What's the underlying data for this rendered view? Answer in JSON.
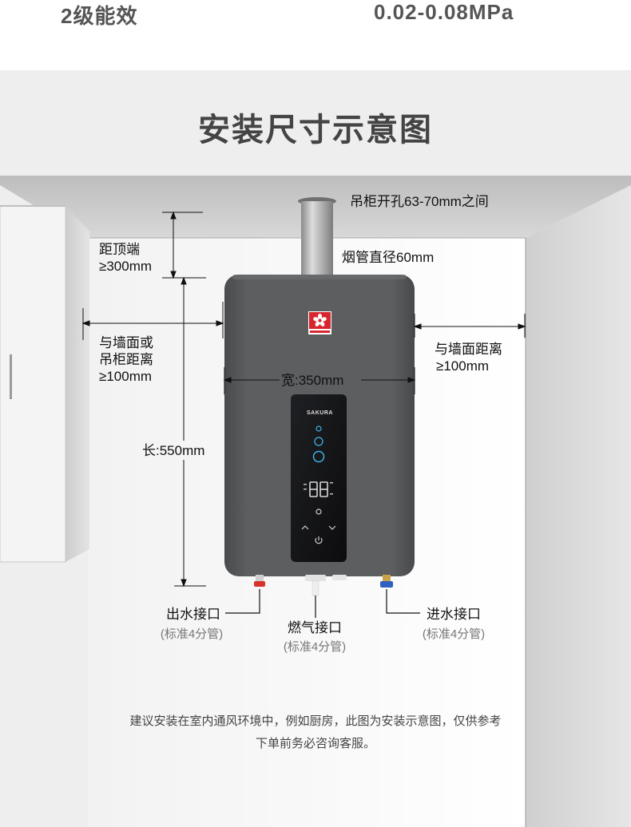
{
  "specs": {
    "energy_level": "2级能效",
    "pressure": "0.02-0.08MPa"
  },
  "title": "安装尺寸示意图",
  "labels": {
    "cabinet_hole": "吊柜开孔63-70mm之间",
    "flue_diameter": "烟管直径60mm",
    "top_clearance_line1": "距顶端",
    "top_clearance_line2": "≥300mm",
    "left_clearance_line1": "与墙面或",
    "left_clearance_line2": "吊柜距离",
    "left_clearance_line3": "≥100mm",
    "right_clearance_line1": "与墙面距离",
    "right_clearance_line2": "≥100mm",
    "width": "宽:350mm",
    "length": "长:550mm"
  },
  "connectors": {
    "water_out": {
      "name": "出水接口",
      "spec": "(标准4分管)"
    },
    "gas": {
      "name": "燃气接口",
      "spec": "(标准4分管)"
    },
    "water_in": {
      "name": "进水接口",
      "spec": "(标准4分管)"
    }
  },
  "heater": {
    "brand": "SAKURA"
  },
  "note": {
    "line1": "建议安装在室内通风环境中，例如厨房，此图为安装示意图，仅供参考",
    "line2": "下单前务必咨询客服。"
  },
  "colors": {
    "heater_body": "#58595b",
    "panel": "#141416",
    "touch_key": "#3fb0e8",
    "hot_water": "#d9342b",
    "cold_water": "#2f5fc0",
    "logo_red": "#d7262d"
  }
}
